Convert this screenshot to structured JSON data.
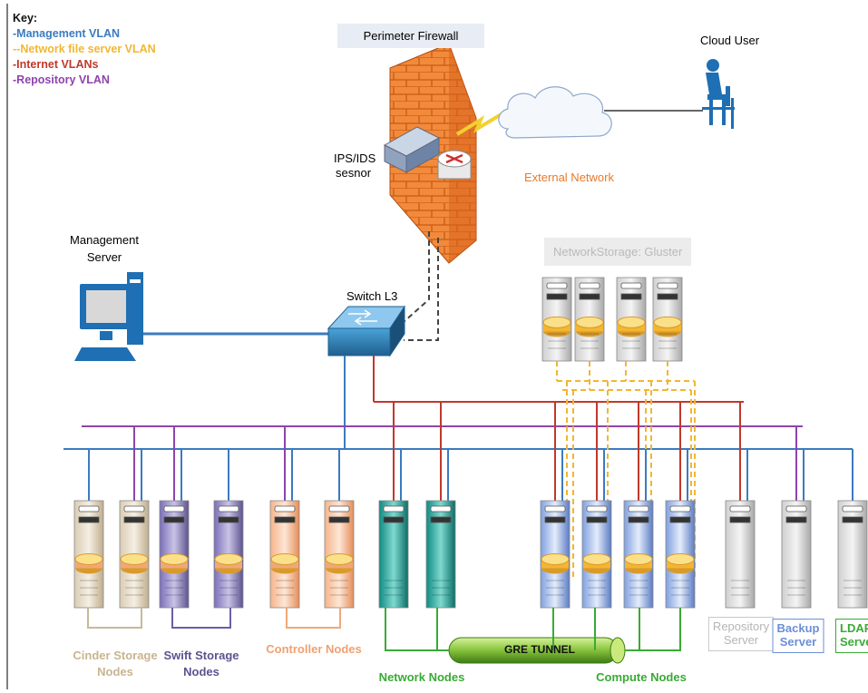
{
  "key": {
    "title": "Key:",
    "items": [
      {
        "label": "-Management VLAN",
        "color": "#3b7bc0"
      },
      {
        "label": "--Network file server VLAN",
        "color": "#f2b632"
      },
      {
        "label": "-Internet VLANs",
        "color": "#c0392b"
      },
      {
        "label": "-Repository VLAN",
        "color": "#8e44ad"
      }
    ]
  },
  "labels": {
    "perimeter_firewall": "Perimeter Firewall",
    "cloud_user": "Cloud User",
    "ips_ids": "IPS/IDS",
    "ips_ids_2": "sesnor",
    "external_network": "External Network",
    "management_server_1": "Management",
    "management_server_2": "Server",
    "switch_l3": "Switch L3",
    "network_storage": "NetworkStorage: Gluster",
    "gre_tunnel": "GRE TUNNEL",
    "cinder_1": "Cinder Storage",
    "cinder_2": "Nodes",
    "swift_1": "Swift Storage",
    "swift_2": "Nodes",
    "controller": "Controller Nodes",
    "network_nodes": "Network Nodes",
    "compute_nodes": "Compute Nodes",
    "repository_1": "Repository",
    "repository_2": "Server",
    "backup_1": "Backup",
    "backup_2": "Server",
    "ldap_1": "LDAP",
    "ldap_2": "Server"
  },
  "colors": {
    "management": "#3b7bc0",
    "nfs": "#f2b632",
    "internet": "#c0392b",
    "repository": "#8e44ad",
    "tunnel": "#3aaa35",
    "cinder": "#c8b89a",
    "swift": "#6a5fa8",
    "controller": "#f0a878",
    "network": "#1aa39a",
    "compute": "#6b8fd6",
    "gray_server": "#a9a9a9",
    "firewall": "#f07a2a"
  }
}
